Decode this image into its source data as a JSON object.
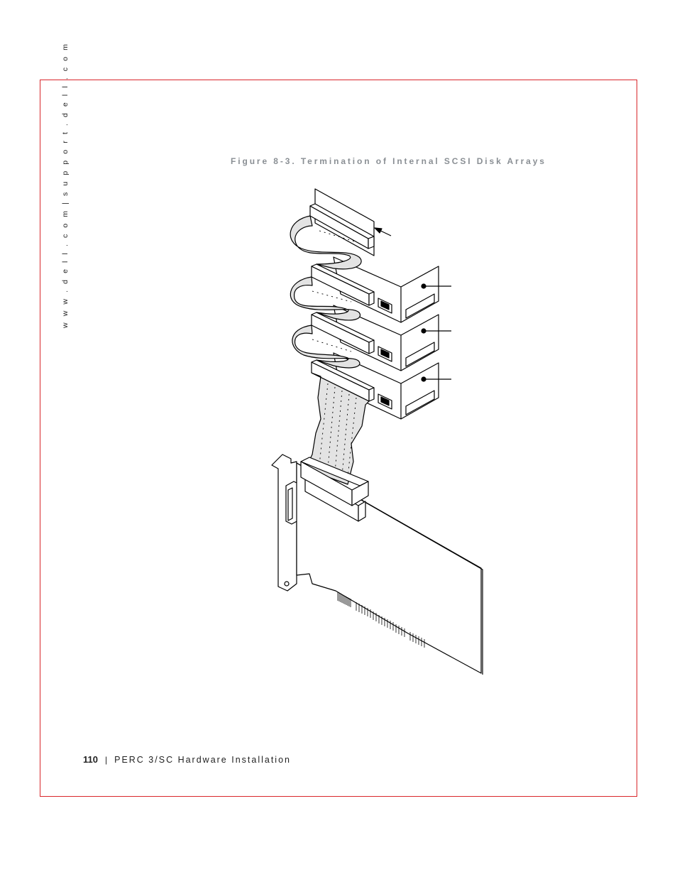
{
  "side_url": "w w w . d e l l . c o m   |   s u p p o r t . d e l l . c o m",
  "figure": {
    "caption": "Figure 8-3. Termination of Internal SCSI Disk Arrays"
  },
  "footer": {
    "page_number": "110",
    "separator": "|",
    "section_title": "PERC 3/SC Hardware Installation"
  },
  "colors": {
    "frame": "#d9262b",
    "caption": "#8a8f94",
    "cable": "#e3e3e3",
    "line": "#000000"
  }
}
